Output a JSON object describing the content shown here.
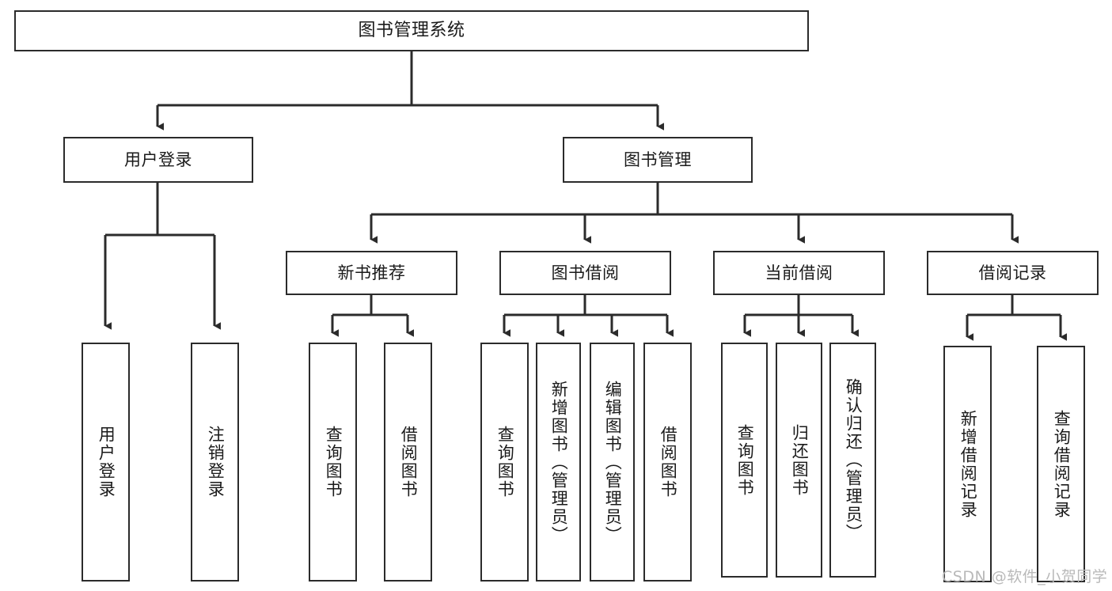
{
  "diagram": {
    "title": "图书管理系统",
    "type": "tree",
    "stroke_color": "#2b2b2b",
    "fill_color": "#ffffff",
    "background_color": "#ffffff",
    "watermark": "CSDN @软件_小贺同学",
    "watermark_color": "#b9b9b9"
  },
  "nodes": {
    "root": {
      "label": "图书管理系统"
    },
    "level1": [
      {
        "label": "用户登录"
      },
      {
        "label": "图书管理"
      }
    ],
    "level2": [
      {
        "label": "新书推荐"
      },
      {
        "label": "图书借阅"
      },
      {
        "label": "当前借阅"
      },
      {
        "label": "借阅记录"
      }
    ],
    "leaves": {
      "user_login": [
        {
          "label": "用户登录"
        },
        {
          "label": "注销登录"
        }
      ],
      "new_book": [
        {
          "label": "查询图书"
        },
        {
          "label": "借阅图书"
        }
      ],
      "book_borrow": [
        {
          "label": "查询图书"
        },
        {
          "label": "新增图书（管理员）"
        },
        {
          "label": "编辑图书（管理员）"
        },
        {
          "label": "借阅图书"
        }
      ],
      "current_borrow": [
        {
          "label": "查询图书"
        },
        {
          "label": "归还图书"
        },
        {
          "label": "确认归还（管理员）"
        }
      ],
      "borrow_record": [
        {
          "label": "新增借阅记录"
        },
        {
          "label": "查询借阅记录"
        }
      ]
    }
  }
}
